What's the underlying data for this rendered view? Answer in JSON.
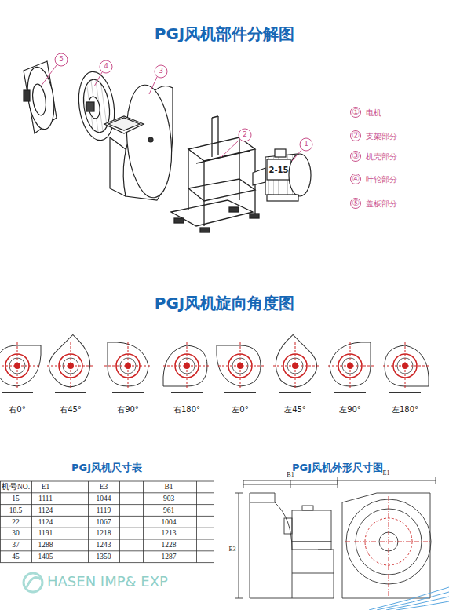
{
  "diagram": {
    "title": "PGJ风机部件分解图",
    "labels": [
      "PGJ风机旋向角度图",
      "PGJ风机尺寸表",
      "PGJ风机外形尺寸图",
      "5",
      "4",
      "3",
      "2",
      "1",
      "2-15",
      "①",
      "电机",
      "②",
      "支架部分",
      "③",
      "机壳部分",
      "④",
      "叶轮部分",
      "⑤",
      "盖板部分",
      "右0°",
      "右45°",
      "右90°",
      "右180°",
      "左0°",
      "左45°",
      "左90°",
      "左180°",
      "机号NO.",
      "E1",
      "E3",
      "B1",
      "15",
      "1111",
      "1044",
      "903",
      "18.5",
      "1124",
      "1119",
      "961",
      "22",
      "1124",
      "1067",
      "1004",
      "30",
      "1191",
      "1218",
      "1213",
      "37",
      "1288",
      "1243",
      "1228",
      "45",
      "1405",
      "1350",
      "1287",
      "B1",
      "E1",
      "E3",
      "HASEN IMP& EXP"
    ]
  }
}
